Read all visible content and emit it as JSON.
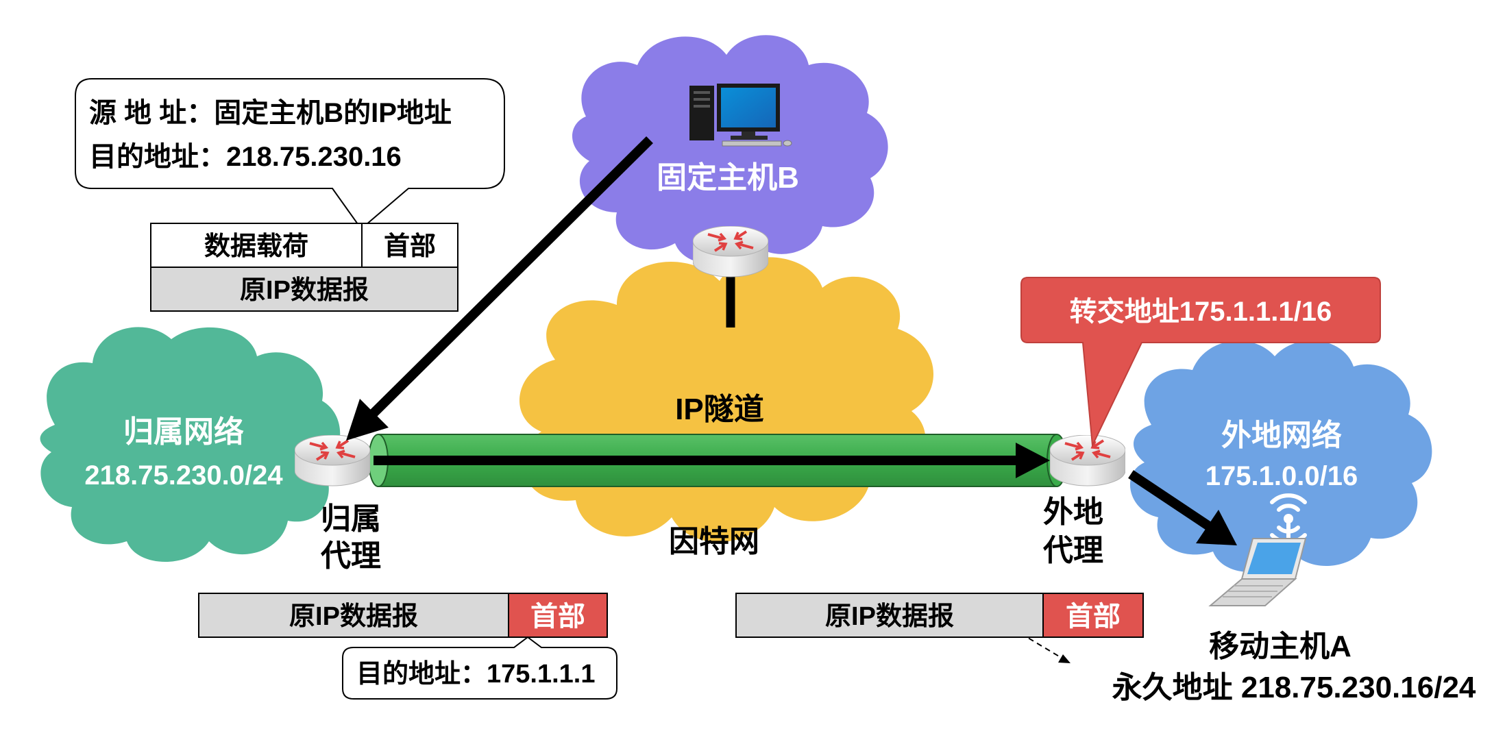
{
  "fixed_host": {
    "label": "固定主机B"
  },
  "callout_top": {
    "line1_key": "源 地 址：",
    "line1_value": "固定主机B的IP地址",
    "line2_key": "目的地址：",
    "line2_value": "218.75.230.16"
  },
  "datagram_original": {
    "payload_label": "数据载荷",
    "header_label": "首部",
    "caption": "原IP数据报"
  },
  "home_network": {
    "name": "归属网络",
    "prefix": "218.75.230.0/24",
    "agent_line1": "归属",
    "agent_line2": "代理"
  },
  "internet": {
    "tunnel_label": "IP隧道",
    "name": "因特网"
  },
  "care_of_callout": {
    "text": "转交地址175.1.1.1/16"
  },
  "foreign_network": {
    "name": "外地网络",
    "prefix": "175.1.0.0/16",
    "agent_line1": "外地",
    "agent_line2": "代理"
  },
  "encap_left": {
    "body_label": "原IP数据报",
    "header_label": "首部"
  },
  "encap_right": {
    "body_label": "原IP数据报",
    "header_label": "首部"
  },
  "dest_callout": {
    "key": "目的地址：",
    "value": "175.1.1.1"
  },
  "mobile_host": {
    "name": "移动主机A",
    "permanent_key": "永久地址",
    "permanent_value": "218.75.230.16/24"
  },
  "colors": {
    "purple_cloud": "#8b7de8",
    "yellow_cloud": "#f5c242",
    "teal_cloud": "#52b898",
    "blue_cloud": "#6ea3e4",
    "tunnel_green": "#3aab4a",
    "red_header": "#e0534f",
    "gray_box": "#d9d9d9"
  }
}
